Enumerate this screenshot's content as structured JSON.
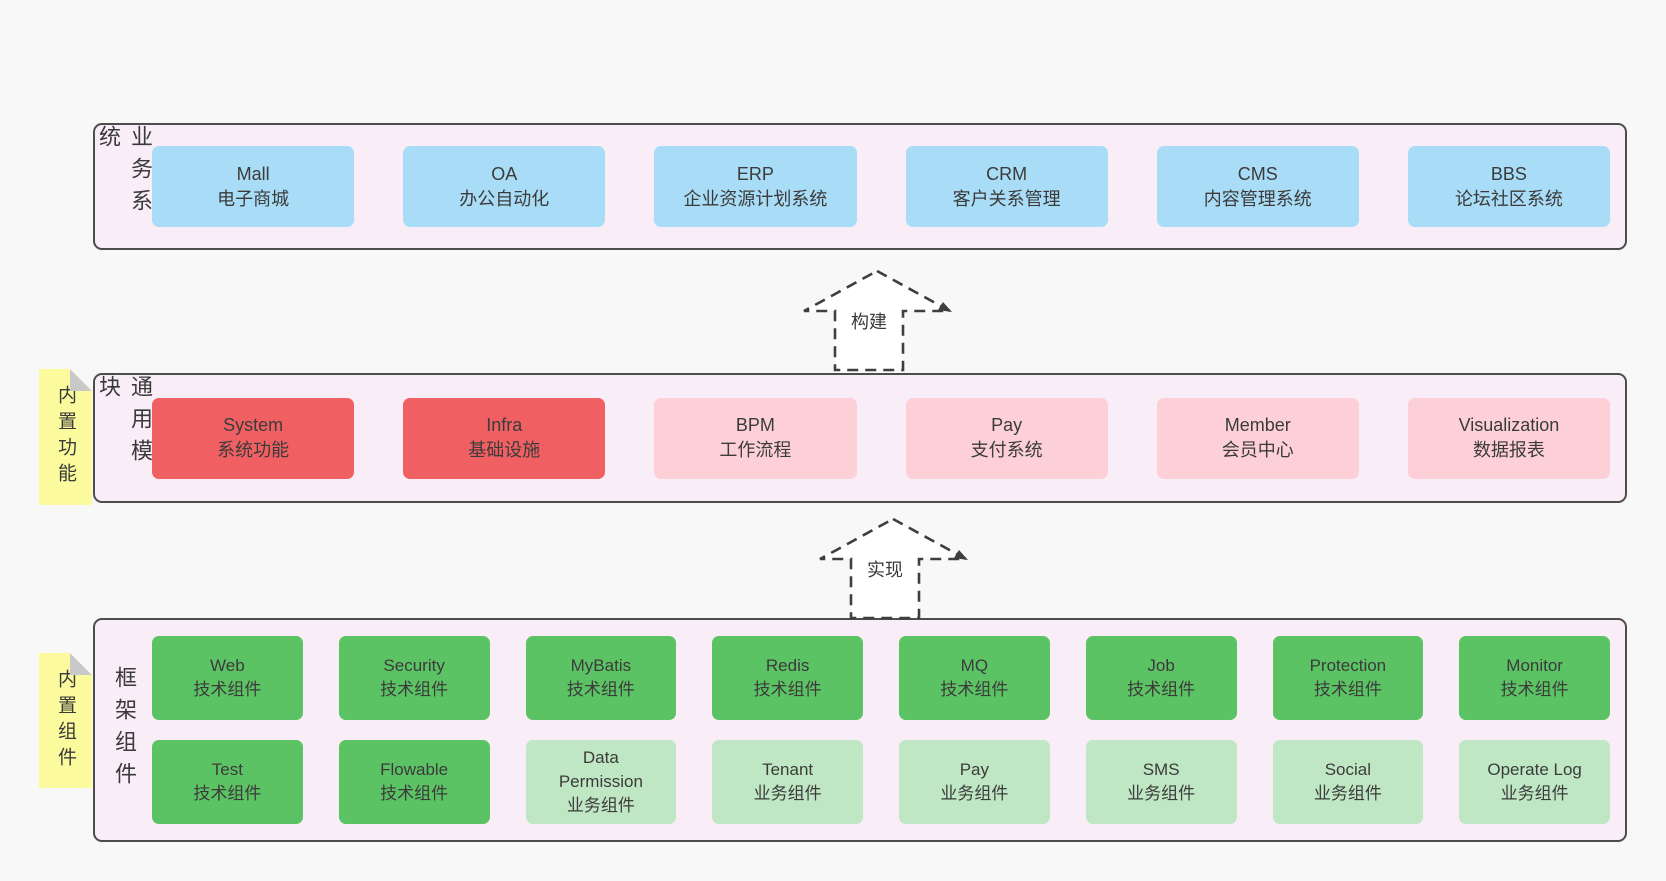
{
  "colors": {
    "page_bg": "#f8f8f8",
    "layer_bg": "#f9eef7",
    "layer_border": "#4d4d4d",
    "box_text": "#3b3b3b",
    "blue": "#a9dcf6",
    "red": "#f05f62",
    "pink": "#fcd0d6",
    "green": "#5cc364",
    "lightgreen": "#c0e7c3",
    "note_bg": "#fbfb9d",
    "note_fold": "#c9c9c9",
    "arrow_stroke": "#3f3f3f",
    "arrow_fill": "#ffffff"
  },
  "layers": [
    {
      "label": "业务系统",
      "rows": [
        [
          {
            "en": "Mall",
            "zh": "电子商城",
            "variant": "blue"
          },
          {
            "en": "OA",
            "zh": "办公自动化",
            "variant": "blue"
          },
          {
            "en": "ERP",
            "zh": "企业资源计划系统",
            "variant": "blue"
          },
          {
            "en": "CRM",
            "zh": "客户关系管理",
            "variant": "blue"
          },
          {
            "en": "CMS",
            "zh": "内容管理系统",
            "variant": "blue"
          },
          {
            "en": "BBS",
            "zh": "论坛社区系统",
            "variant": "blue"
          }
        ]
      ]
    },
    {
      "label": "通用模块",
      "note": "内置功能",
      "rows": [
        [
          {
            "en": "System",
            "zh": "系统功能",
            "variant": "red"
          },
          {
            "en": "Infra",
            "zh": "基础设施",
            "variant": "red"
          },
          {
            "en": "BPM",
            "zh": "工作流程",
            "variant": "pink"
          },
          {
            "en": "Pay",
            "zh": "支付系统",
            "variant": "pink"
          },
          {
            "en": "Member",
            "zh": "会员中心",
            "variant": "pink"
          },
          {
            "en": "Visualization",
            "zh": "数据报表",
            "variant": "pink"
          }
        ]
      ]
    },
    {
      "label": "框架组件",
      "note": "内置组件",
      "rows": [
        [
          {
            "en": "Web",
            "zh": "技术组件",
            "variant": "green"
          },
          {
            "en": "Security",
            "zh": "技术组件",
            "variant": "green"
          },
          {
            "en": "MyBatis",
            "zh": "技术组件",
            "variant": "green"
          },
          {
            "en": "Redis",
            "zh": "技术组件",
            "variant": "green"
          },
          {
            "en": "MQ",
            "zh": "技术组件",
            "variant": "green"
          },
          {
            "en": "Job",
            "zh": "技术组件",
            "variant": "green"
          },
          {
            "en": "Protection",
            "zh": "技术组件",
            "variant": "green"
          },
          {
            "en": "Monitor",
            "zh": "技术组件",
            "variant": "green"
          }
        ],
        [
          {
            "en": "Test",
            "zh": "技术组件",
            "variant": "green"
          },
          {
            "en": "Flowable",
            "zh": "技术组件",
            "variant": "green"
          },
          {
            "en": "Data Permission",
            "zh": "业务组件",
            "variant": "lightgreen"
          },
          {
            "en": "Tenant",
            "zh": "业务组件",
            "variant": "lightgreen"
          },
          {
            "en": "Pay",
            "zh": "业务组件",
            "variant": "lightgreen"
          },
          {
            "en": "SMS",
            "zh": "业务组件",
            "variant": "lightgreen"
          },
          {
            "en": "Social",
            "zh": "业务组件",
            "variant": "lightgreen"
          },
          {
            "en": "Operate Log",
            "zh": "业务组件",
            "variant": "lightgreen"
          }
        ]
      ]
    }
  ],
  "arrows": [
    {
      "label": "构建"
    },
    {
      "label": "实现"
    }
  ]
}
